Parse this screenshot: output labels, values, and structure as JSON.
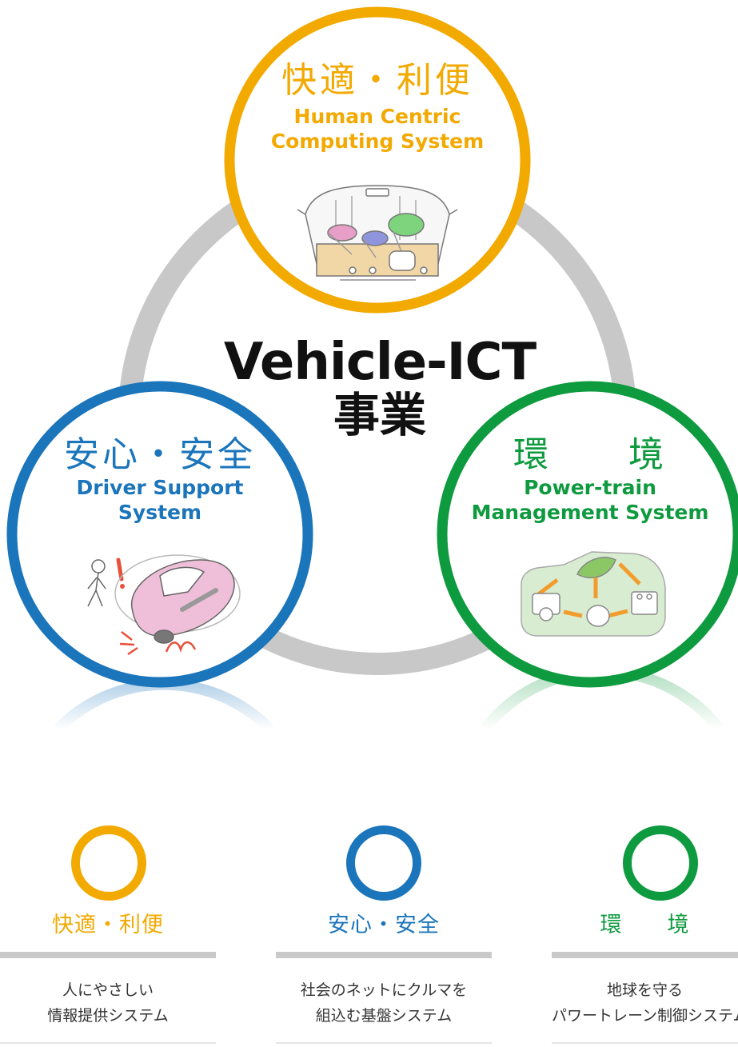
{
  "colors": {
    "comfort": "#F2A900",
    "safety": "#1B75BB",
    "environment": "#0E9A3E",
    "ring": "#C8C8C8",
    "bar": "#C9C9C9"
  },
  "center": {
    "title_en": "Vehicle-ICT",
    "title_jp": "事業"
  },
  "circles": {
    "comfort": {
      "title": "快適・利便",
      "sub1": "Human Centric",
      "sub2": "Computing System"
    },
    "safety": {
      "title": "安心・安全",
      "sub1": "Driver Support",
      "sub2": "System"
    },
    "environment": {
      "title": "環　　境",
      "sub1": "Power-train",
      "sub2": "Management System"
    }
  },
  "cards": [
    {
      "label": "快適・利便",
      "line1": "人にやさしい",
      "line2": "情報提供システム"
    },
    {
      "label": "安心・安全",
      "line1": "社会のネットにクルマを",
      "line2": "組込む基盤システム"
    },
    {
      "label": "環　　境",
      "line1": "地球を守る",
      "line2": "パワートレーン制御システム"
    }
  ]
}
